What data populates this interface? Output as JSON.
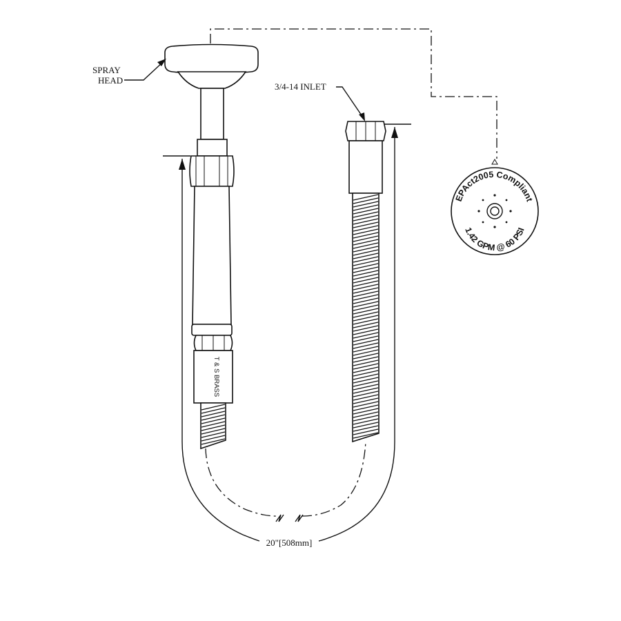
{
  "labels": {
    "spray_head_line1": "SPRAY",
    "spray_head_line2": "HEAD",
    "inlet": "3/4-14 INLET",
    "length": "20\"[508mm]",
    "brand": "T & S BRASS"
  },
  "spray_face": {
    "top_text": "EPAct2005 Compliant",
    "bottom_text": "1.42 GPM @ 60 PSI"
  },
  "colors": {
    "line": "#111111",
    "background": "#ffffff"
  }
}
